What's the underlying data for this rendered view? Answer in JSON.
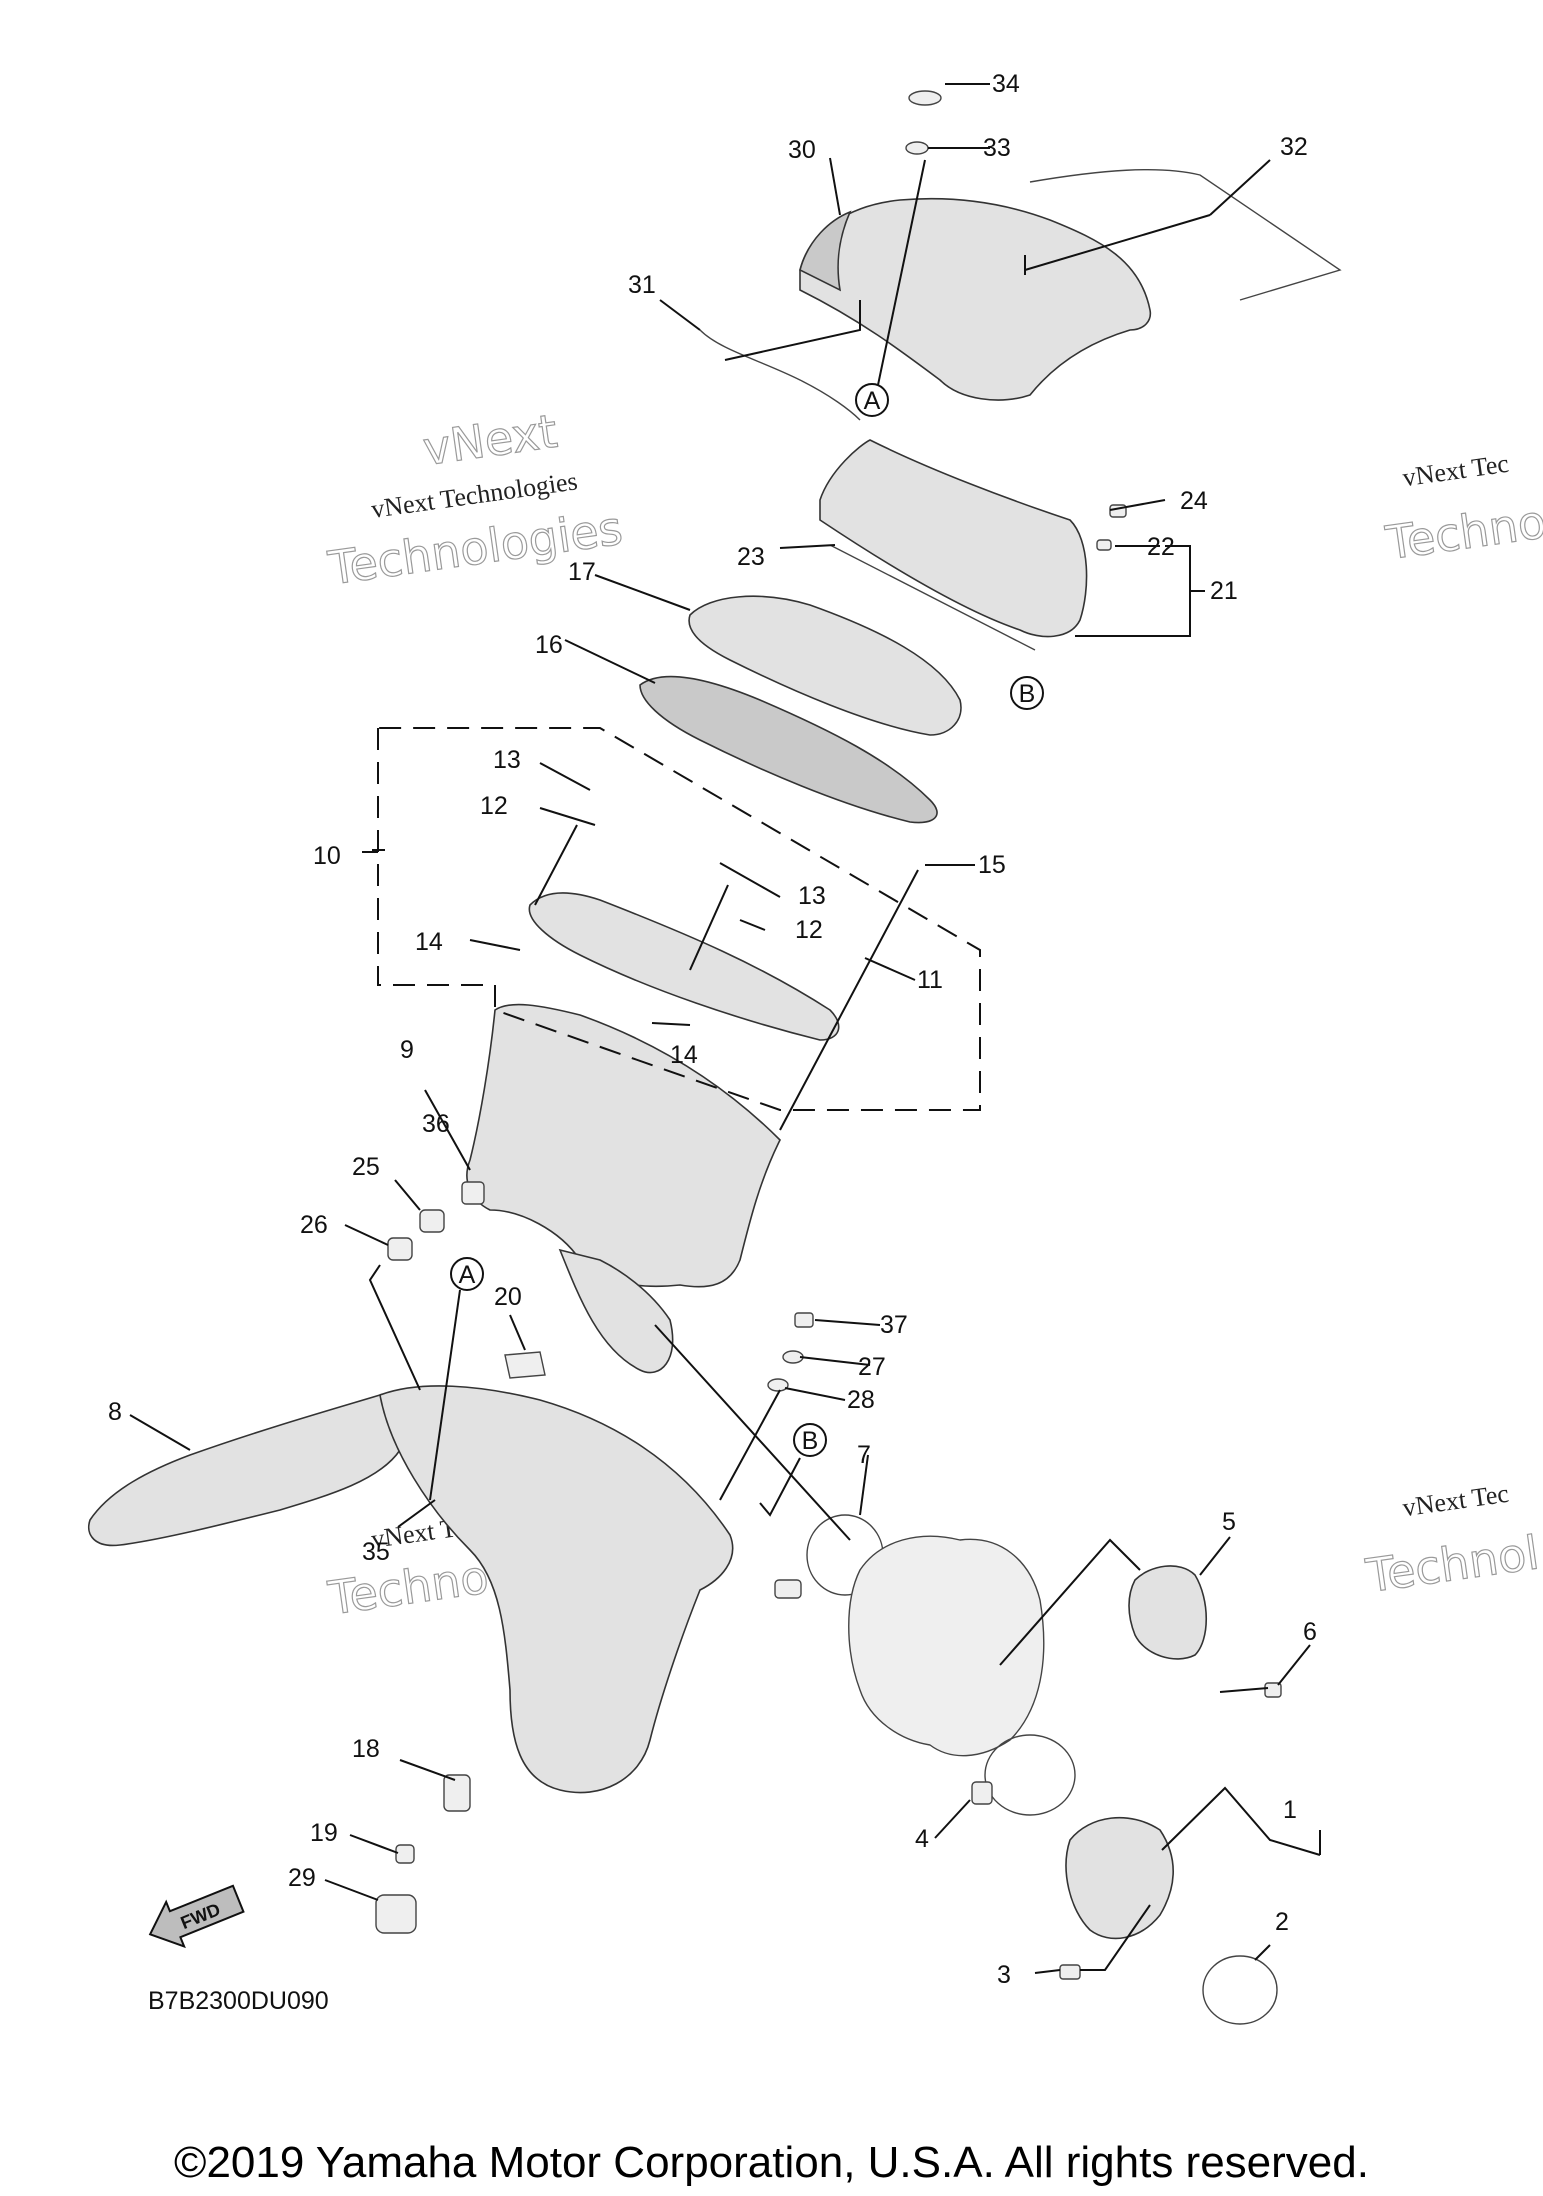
{
  "diagram": {
    "code": "B7B2300DU090",
    "copyright": "©2019 Yamaha Motor Corporation, U.S.A. All rights reserved.",
    "fwd_label": "FWD",
    "watermark": {
      "line1": "vNext Technologies",
      "line2": "vNext",
      "line3": "Technologies",
      "line4": "vNext Tec",
      "line5": "Technol"
    },
    "circle_refs": [
      "A",
      "B"
    ],
    "callouts": {
      "c1": "1",
      "c2": "2",
      "c3": "3",
      "c4": "4",
      "c5": "5",
      "c6": "6",
      "c7": "7",
      "c8": "8",
      "c9": "9",
      "c10": "10",
      "c11": "11",
      "c12": "12",
      "c13": "13",
      "c14": "14",
      "c15": "15",
      "c16": "16",
      "c17": "17",
      "c18": "18",
      "c19": "19",
      "c20": "20",
      "c21": "21",
      "c22": "22",
      "c23": "23",
      "c24": "24",
      "c25": "25",
      "c26": "26",
      "c27": "27",
      "c28": "28",
      "c29": "29",
      "c30": "30",
      "c31": "31",
      "c32": "32",
      "c33": "33",
      "c34": "34",
      "c35": "35",
      "c36": "36",
      "c37": "37"
    }
  }
}
